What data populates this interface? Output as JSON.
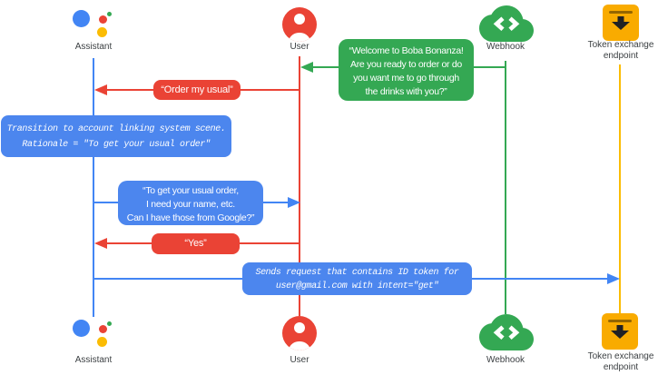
{
  "colors": {
    "assistant_blue": "#4285F4",
    "user_red": "#EA4335",
    "webhook_green": "#34A853",
    "token_yellow": "#FBBC04",
    "token_amber": "#F9AB00",
    "note_blue": "#4C86EE",
    "label_gray": "#3C4043"
  },
  "actors": {
    "assistant": {
      "label": "Assistant"
    },
    "user": {
      "label": "User"
    },
    "webhook": {
      "label": "Webhook"
    },
    "token_endpoint": {
      "label_line1": "Token exchange",
      "label_line2": "endpoint"
    }
  },
  "messages": {
    "welcome": {
      "from": "webhook",
      "to": "user",
      "color": "#34A853",
      "lines": [
        "“Welcome to Boba Bonanza!",
        "Are you ready to order or do",
        "you want me to go through",
        "the drinks with you?”"
      ]
    },
    "order_my_usual": {
      "from": "user",
      "to": "assistant",
      "color": "#EA4335",
      "text": "“Order my usual”"
    },
    "transition_note": {
      "on": "assistant",
      "color": "#4C86EE",
      "lines": [
        "Transition to account linking system scene.",
        "Rationale = \"To get your usual order\""
      ]
    },
    "ask_permission": {
      "from": "assistant",
      "to": "user",
      "color": "#4C86EE",
      "lines": [
        "“To get your usual order,",
        "I need your name, etc.",
        "Can I have those from Google?”"
      ]
    },
    "yes": {
      "from": "user",
      "to": "assistant",
      "color": "#EA4335",
      "text": "“Yes”"
    },
    "send_request": {
      "from": "assistant",
      "to": "token_endpoint",
      "color": "#4C86EE",
      "lines": [
        "Sends request that contains ID token for",
        "user@gmail.com with intent=\"get\""
      ]
    }
  }
}
